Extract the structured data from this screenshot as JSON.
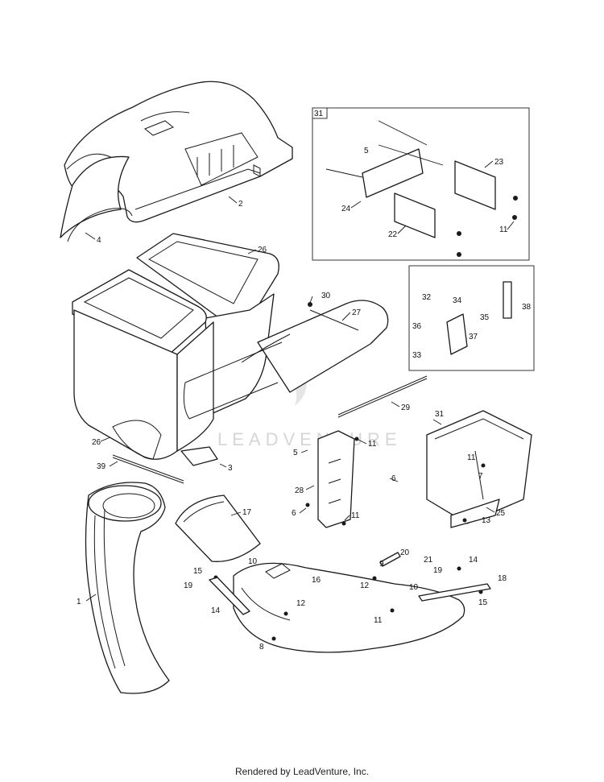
{
  "footer": "Rendered by LeadVenture, Inc.",
  "watermark": "LEADVENTURE",
  "inset_boxes": [
    {
      "label": "31"
    }
  ],
  "callouts": {
    "c4": "4",
    "c2": "2",
    "c26a": "26",
    "c26b": "26",
    "c3": "3",
    "c39": "39",
    "c1": "1",
    "c17": "17",
    "c10a": "10",
    "c15a": "15",
    "c19a": "19",
    "c14a": "14",
    "c16": "16",
    "c12a": "12",
    "c8": "8",
    "c30": "30",
    "c27": "27",
    "c29": "29",
    "c11a": "11",
    "c5a": "5",
    "c28": "28",
    "c6a": "6",
    "c11b": "11",
    "c5b": "5",
    "c23": "23",
    "c24": "24",
    "c22": "22",
    "c11c": "11",
    "c32": "32",
    "c34": "34",
    "c35": "35",
    "c38": "38",
    "c36": "36",
    "c37": "37",
    "c33": "33",
    "c31b": "31",
    "c11d": "11",
    "c6b": "6",
    "c7": "7",
    "c25": "25",
    "c13": "13",
    "c20": "20",
    "c9": "9",
    "c21": "21",
    "c12b": "12",
    "c10b": "10",
    "c11e": "11",
    "c19b": "19",
    "c14b": "14",
    "c18": "18",
    "c15b": "15"
  }
}
